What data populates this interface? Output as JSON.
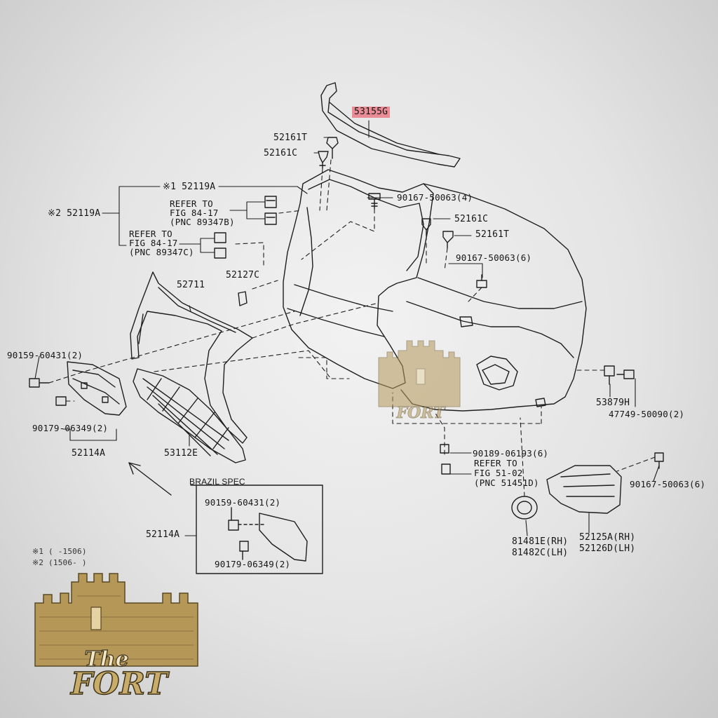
{
  "highlight_color": "#ea8c95",
  "line_color": "#1e1e1e",
  "logo_color": "#b59758",
  "parts": {
    "molding": "53155G",
    "clip_t_top": "52161T",
    "clip_c_top": "52161C",
    "bracket_a1": "※1 52119A",
    "bracket_a2": "※2 52119A",
    "refer1_a": "REFER TO",
    "refer1_b": "FIG 84-17",
    "refer1_c": "(PNC 89347B)",
    "refer2_a": "REFER TO",
    "refer2_b": "FIG 84-17",
    "refer2_c": "(PNC 89347C)",
    "screw4": "90167-50063(4)",
    "clip_c_right": "52161C",
    "clip_t_right": "52161T",
    "screw6_top": "90167-50063(6)",
    "bracket_52127c": "52127C",
    "frame": "52711",
    "bolt_left": "90159-60431(2)",
    "nut_left": "90179-06349(2)",
    "plate_left": "52114A",
    "grille": "53112E",
    "clip_53879h": "53879H",
    "clip_47749": "47749-50090(2)",
    "clip_90189": "90189-06193(6)",
    "refer3_a": "REFER TO",
    "refer3_b": "FIG 51-02",
    "refer3_c": "(PNC 51451D)",
    "screw6_right": "90167-50063(6)",
    "lamp_rh": "81481E(RH)",
    "lamp_lh": "81482C(LH)",
    "cover_rh": "52125A(RH)",
    "cover_lh": "52126D(LH)",
    "brazil_title": "BRAZIL SPEC",
    "brazil_bolt": "90159-60431(2)",
    "brazil_nut": "90179-06349(2)",
    "brazil_plate": "52114A"
  },
  "notes": {
    "note1": "※1 (    -1506)",
    "note2": "※2 (1506-    )"
  }
}
